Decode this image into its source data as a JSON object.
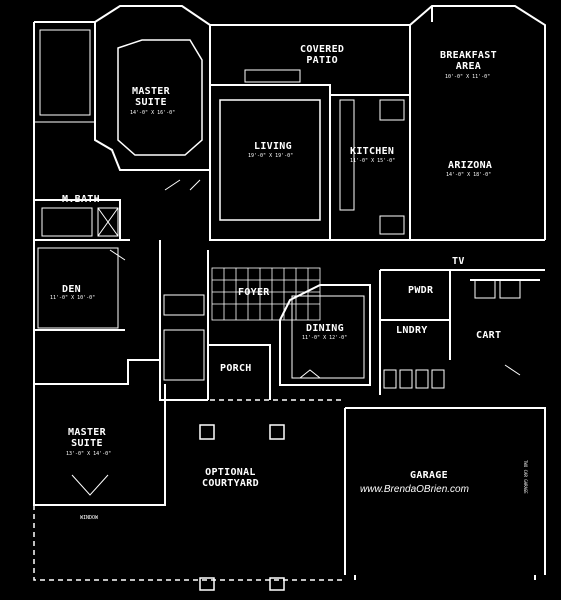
{
  "rooms": {
    "covered_patio": [
      "COVERED",
      "PATIO"
    ],
    "breakfast_area": [
      "BREAKFAST",
      "AREA"
    ],
    "master_suite_upper": [
      "MASTER",
      "SUITE"
    ],
    "living": "LIVING",
    "kitchen": "KITCHEN",
    "arizona": "ARIZONA",
    "m_bath": "M.BATH",
    "den": "DEN",
    "pwdr": "PWDR",
    "foyer": "FOYER",
    "dining": "DINING",
    "laundry": "LNDRY",
    "cart": "CART",
    "porch": "PORCH",
    "master_suite_lower": [
      "MASTER",
      "SUITE"
    ],
    "optional_courtyard": [
      "OPTIONAL",
      "COURTYARD"
    ],
    "garage": "GARAGE",
    "tv": "TV"
  },
  "website": "www.BrendaOBrien.com",
  "dimensions": {
    "master_upper": "14'-0\" X 16'-0\"",
    "breakfast": "10'-0\" X 11'-0\"",
    "living": "19'-0\" X 19'-0\"",
    "kitchen": "11'-0\" X 15'-0\"",
    "arizona": "14'-0\" X 18'-0\"",
    "den": "11'-0\" X 10'-0\"",
    "dining": "11'-0\" X 12'-0\"",
    "master_lower": "13'-0\" X 14'-0\""
  },
  "garage_note": "TWO CAR GARAGE",
  "window_note": "WINDOW"
}
